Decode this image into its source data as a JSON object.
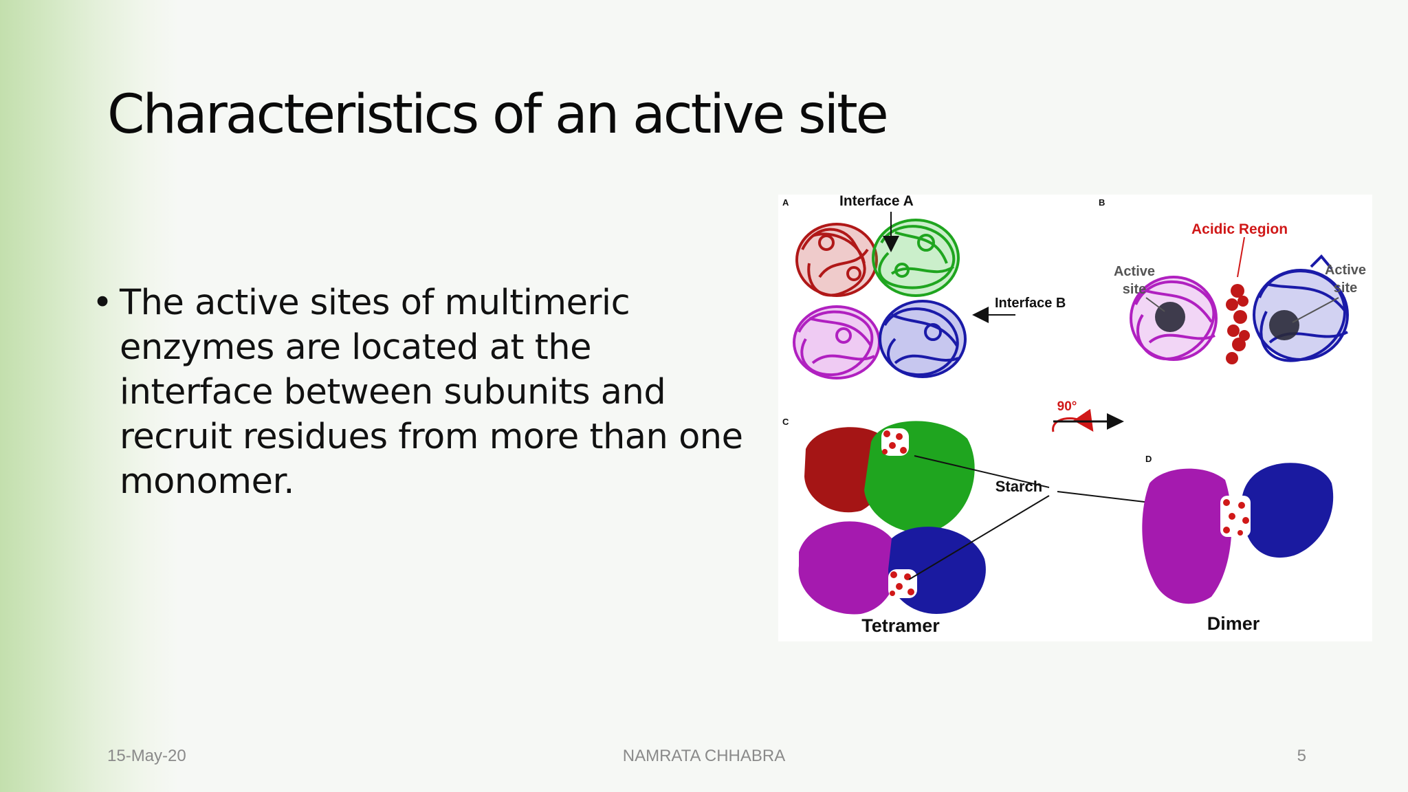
{
  "slide": {
    "title": "Characteristics of an active site",
    "bullets": [
      {
        "marker": "•",
        "text": "The active sites of multimeric enzymes are located at the interface between subunits and recruit residues from more than one monomer."
      }
    ]
  },
  "figure": {
    "panel_labels": [
      "A",
      "B",
      "C",
      "D"
    ],
    "annotations": {
      "interface_a": "Interface A",
      "interface_b": "Interface B",
      "acidic_region": "Acidic Region",
      "active_site_line1": "Active",
      "active_site_line2": "site",
      "rotation": "90°",
      "starch": "Starch",
      "tetramer": "Tetramer",
      "dimer": "Dimer"
    },
    "colors": {
      "red_subunit": "#b01818",
      "green_subunit": "#22b022",
      "magenta_subunit": "#b020c0",
      "blue_subunit": "#1a1aa8",
      "acidic_region_text": "#d01818",
      "active_site_text": "#555555"
    }
  },
  "footer": {
    "date": "15-May-20",
    "author": "NAMRATA CHHABRA",
    "page": "5"
  }
}
